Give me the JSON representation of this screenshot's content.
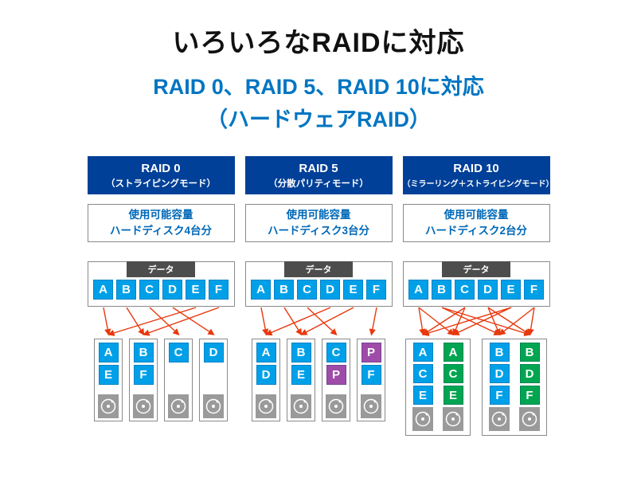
{
  "title": "いろいろなRAIDに対応",
  "subtitle": {
    "line1": "RAID 0、RAID 5、RAID 10に対応",
    "line2": "（ハードウェアRAID）"
  },
  "colors": {
    "page_background": "#ffffff",
    "title_text": "#111111",
    "subtitle_text": "#0075c2",
    "header_bg": "#004098",
    "header_text": "#ffffff",
    "capacity_text": "#0068b7",
    "data_tab_bg": "#4d4d4d",
    "block_cyan": "#00a0e9",
    "block_green": "#00a551",
    "block_purple": "#9e4ca8",
    "arrow": "#e8380d",
    "box_border": "#8a8a8a",
    "disk_icon_gray": "#9a9a9a"
  },
  "columns": [
    {
      "id": "raid0",
      "title": "RAID 0",
      "mode": "（ストライピングモード）",
      "capacity": [
        "使用可能容量",
        "ハードディスク4台分"
      ],
      "data_label": "データ",
      "blocks": [
        "A",
        "B",
        "C",
        "D",
        "E",
        "F"
      ],
      "disk_layout": "single",
      "disks": [
        {
          "cells": [
            {
              "label": "A",
              "color": "cyan"
            },
            {
              "label": "E",
              "color": "cyan"
            }
          ]
        },
        {
          "cells": [
            {
              "label": "B",
              "color": "cyan"
            },
            {
              "label": "F",
              "color": "cyan"
            }
          ]
        },
        {
          "cells": [
            {
              "label": "C",
              "color": "cyan"
            }
          ]
        },
        {
          "cells": [
            {
              "label": "D",
              "color": "cyan"
            }
          ]
        }
      ],
      "arrows": [
        [
          0,
          0
        ],
        [
          1,
          1
        ],
        [
          2,
          2
        ],
        [
          3,
          3
        ],
        [
          4,
          0
        ],
        [
          5,
          1
        ]
      ]
    },
    {
      "id": "raid5",
      "title": "RAID 5",
      "mode": "（分散パリティモード）",
      "capacity": [
        "使用可能容量",
        "ハードディスク3台分"
      ],
      "data_label": "データ",
      "blocks": [
        "A",
        "B",
        "C",
        "D",
        "E",
        "F"
      ],
      "disk_layout": "single",
      "disks": [
        {
          "cells": [
            {
              "label": "A",
              "color": "cyan"
            },
            {
              "label": "D",
              "color": "cyan"
            }
          ]
        },
        {
          "cells": [
            {
              "label": "B",
              "color": "cyan"
            },
            {
              "label": "E",
              "color": "cyan"
            }
          ]
        },
        {
          "cells": [
            {
              "label": "C",
              "color": "cyan"
            },
            {
              "label": "P",
              "color": "purple"
            }
          ]
        },
        {
          "cells": [
            {
              "label": "P",
              "color": "purple"
            },
            {
              "label": "F",
              "color": "cyan"
            }
          ]
        }
      ],
      "arrows": [
        [
          0,
          0
        ],
        [
          1,
          1
        ],
        [
          2,
          2
        ],
        [
          3,
          0
        ],
        [
          4,
          1
        ],
        [
          5,
          3
        ]
      ]
    },
    {
      "id": "raid10",
      "title": "RAID 10",
      "mode": "（ミラーリング＋ストライピングモード）",
      "capacity": [
        "使用可能容量",
        "ハードディスク2台分"
      ],
      "data_label": "データ",
      "blocks": [
        "A",
        "B",
        "C",
        "D",
        "E",
        "F"
      ],
      "disk_layout": "mirrored",
      "groups": [
        {
          "disks": [
            {
              "cells": [
                {
                  "label": "A",
                  "color": "cyan"
                },
                {
                  "label": "C",
                  "color": "cyan"
                },
                {
                  "label": "E",
                  "color": "cyan"
                }
              ]
            },
            {
              "cells": [
                {
                  "label": "A",
                  "color": "green"
                },
                {
                  "label": "C",
                  "color": "green"
                },
                {
                  "label": "E",
                  "color": "green"
                }
              ]
            }
          ]
        },
        {
          "disks": [
            {
              "cells": [
                {
                  "label": "B",
                  "color": "cyan"
                },
                {
                  "label": "D",
                  "color": "cyan"
                },
                {
                  "label": "F",
                  "color": "cyan"
                }
              ]
            },
            {
              "cells": [
                {
                  "label": "B",
                  "color": "green"
                },
                {
                  "label": "D",
                  "color": "green"
                },
                {
                  "label": "F",
                  "color": "green"
                }
              ]
            }
          ]
        }
      ],
      "arrows": [
        [
          0,
          0
        ],
        [
          0,
          1
        ],
        [
          2,
          0
        ],
        [
          2,
          1
        ],
        [
          4,
          0
        ],
        [
          4,
          1
        ],
        [
          1,
          2
        ],
        [
          1,
          3
        ],
        [
          3,
          2
        ],
        [
          3,
          3
        ],
        [
          5,
          2
        ],
        [
          5,
          3
        ]
      ]
    }
  ]
}
